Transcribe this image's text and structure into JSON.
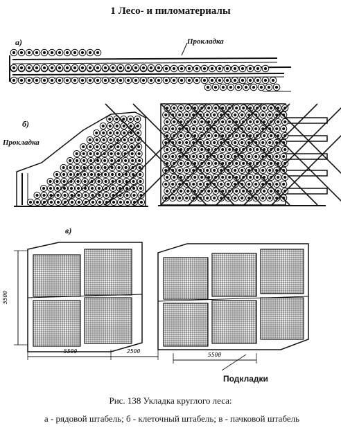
{
  "header": {
    "title": "1  Лесо- и пиломатериалы"
  },
  "figure": {
    "label_a": "а)",
    "label_b": "б)",
    "label_v": "в)",
    "spacer_label_a": "Прокладка",
    "spacer_label_b": "Прокладка",
    "dim_height": "5500",
    "dim_width_left": "5500",
    "dim_gap": "2500",
    "dim_width_right": "5500",
    "supports_label": "Подкладки"
  },
  "caption": {
    "title": "Рис. 138 Укладка круглого леса:",
    "legend": "а  - рядовой штабель; б  - клеточный штабель; в  - пачковой штабель"
  }
}
